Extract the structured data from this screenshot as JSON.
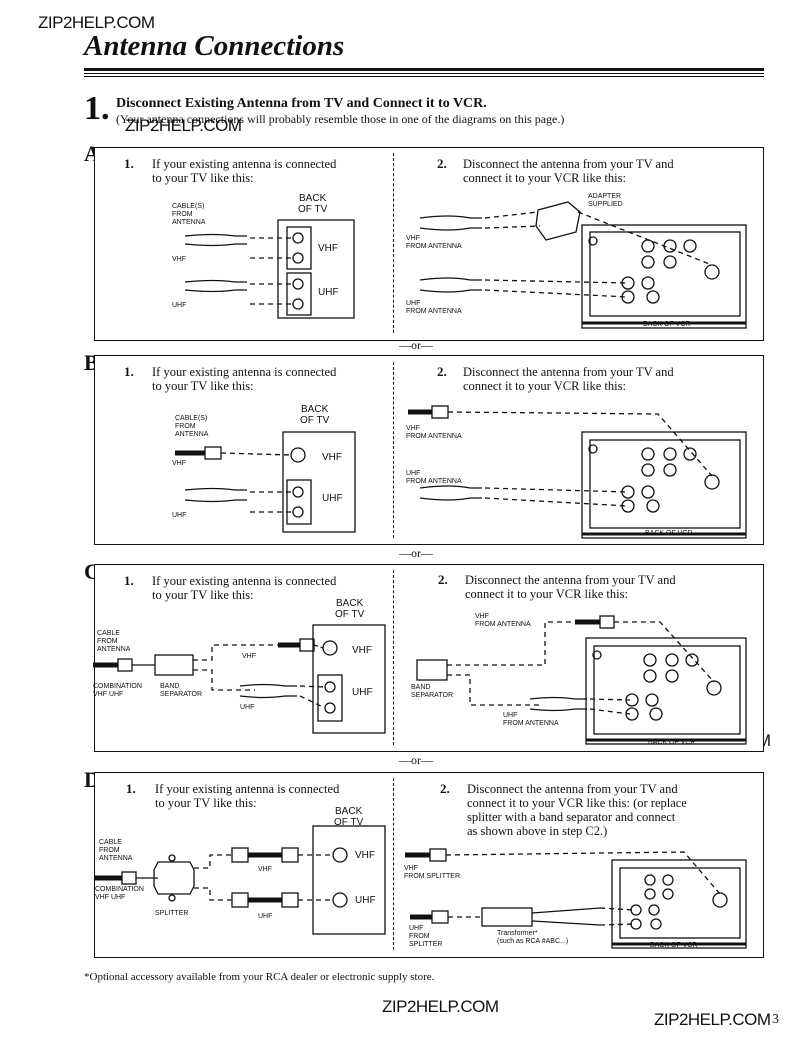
{
  "watermark": "ZIP2HELP.COM",
  "title": "Antenna Connections",
  "step": {
    "number": "1.",
    "heading": "Disconnect Existing Antenna from TV and Connect it to VCR.",
    "subtext": "(Your antenna connections will probably resemble those in one of the diagrams on this page.)"
  },
  "sections": [
    {
      "label": "A.",
      "left": {
        "num": "1.",
        "text": [
          "If your existing antenna is connected",
          "to your TV like this:"
        ],
        "labels": [
          "CABLE(S)",
          "FROM",
          "ANTENNA",
          "VHF",
          "UHF",
          "BACK",
          "OF TV",
          "VHF",
          "UHF"
        ]
      },
      "right": {
        "num": "2.",
        "text": [
          "Disconnect the antenna from your TV and",
          "connect it to your VCR like this:"
        ],
        "labels": [
          "ADAPTER",
          "SUPPLIED",
          "VHF",
          "FROM ANTENNA",
          "UHF",
          "FROM ANTENNA",
          "BACK OF VCR"
        ]
      }
    },
    {
      "label": "B.",
      "left": {
        "num": "1.",
        "text": [
          "If your existing antenna is connected",
          "to your TV like this:"
        ],
        "labels": [
          "CABLE(S)",
          "FROM",
          "ANTENNA",
          "VHF",
          "UHF",
          "BACK",
          "OF TV",
          "VHF",
          "UHF"
        ]
      },
      "right": {
        "num": "2.",
        "text": [
          "Disconnect the antenna from your TV and",
          "connect it to your VCR like this:"
        ],
        "labels": [
          "VHF",
          "FROM ANTENNA",
          "UHF",
          "FROM ANTENNA",
          "BACK OF VCR"
        ]
      }
    },
    {
      "label": "C.",
      "left": {
        "num": "1.",
        "text": [
          "If your existing antenna is connected",
          "to your TV like this:"
        ],
        "labels": [
          "CABLE",
          "FROM",
          "ANTENNA",
          "COMBINATION",
          "VHF UHF",
          "BAND",
          "SEPARATOR",
          "VHF",
          "UHF",
          "BACK",
          "OF TV",
          "VHF",
          "UHF"
        ]
      },
      "right": {
        "num": "2.",
        "text": [
          "Disconnect the antenna from your TV and",
          "connect it to your VCR like this:"
        ],
        "labels": [
          "VHF",
          "FROM ANTENNA",
          "BAND",
          "SEPARATOR",
          "UHF",
          "FROM ANTENNA",
          "BACK OF VCR"
        ]
      }
    },
    {
      "label": "D.",
      "left": {
        "num": "1.",
        "text": [
          "If your existing antenna is connected",
          "to your TV like this:"
        ],
        "labels": [
          "CABLE",
          "FROM",
          "ANTENNA",
          "COMBINATION",
          "VHF UHF",
          "SPLITTER",
          "VHF",
          "UHF",
          "BACK",
          "OF TV",
          "VHF",
          "UHF"
        ]
      },
      "right": {
        "num": "2.",
        "text": [
          "Disconnect the antenna from your TV and",
          "connect it to your VCR like this: (or replace",
          "splitter with a band separator and connect",
          "as shown above in step C2.)"
        ],
        "labels": [
          "VHF",
          "FROM SPLITTER",
          "UHF",
          "FROM",
          "SPLITTER",
          "Transformer*",
          "(such as RCA #ABC...)",
          "BACK OF VCR"
        ]
      }
    }
  ],
  "or_text": "—or—",
  "footnote": "*Optional accessory available from your RCA dealer or electronic supply store.",
  "page_number": "3"
}
